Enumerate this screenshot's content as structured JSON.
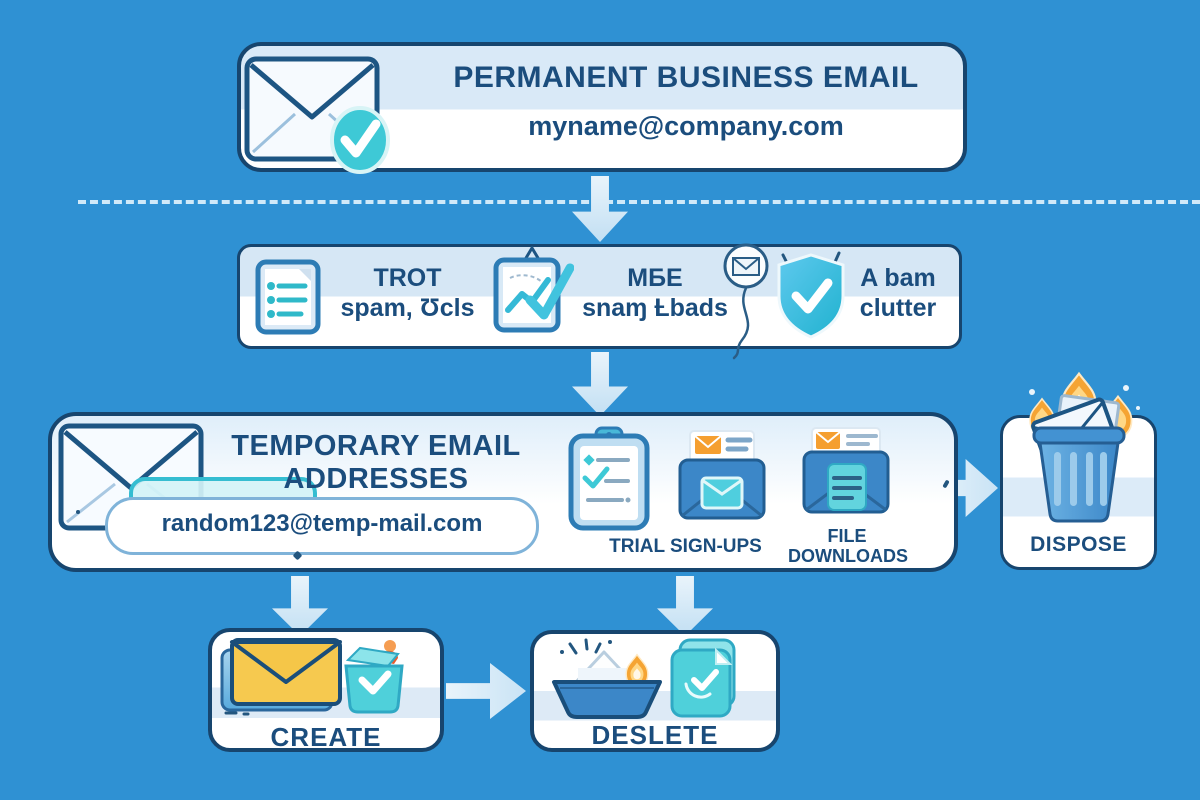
{
  "colors": {
    "background": "#2f91d3",
    "navy_text": "#1b4d7d",
    "border_navy": "#17456e",
    "teal": "#3ec9d6",
    "band_blue": "#d8e8f6",
    "arrow_blue": "#cde5f6",
    "flame_orange": "#f5a433",
    "envelope_yellow": "#f6c94f",
    "mid_blue": "#3c87c8"
  },
  "permanent_box": {
    "title": "PERMANENT BUSINESS EMAIL",
    "email": "myname@company.com"
  },
  "benefits_box": {
    "items": [
      {
        "icon": "clipboard-list-icon",
        "line1": "TROT",
        "line2": "spam, Ʊcls"
      },
      {
        "icon": "clipboard-chart-check-icon",
        "line1": "МБЕ",
        "line2": "snaɱ Ƚbads"
      },
      {
        "icon": "shield-check-icon",
        "line1": "A bam",
        "line2": "clutter"
      }
    ],
    "doodle_icon": "balloon-envelope-doodle-icon"
  },
  "temporary_box": {
    "title_line1": "TEMPORARY EMAIL",
    "title_line2": "ADDRESSES",
    "email": "random123@temp-mail.com",
    "trial_label": "TRIAL SIGN-UPS",
    "file_label_line1": "FILE",
    "file_label_line2": "DOWNLOADS",
    "icons": [
      "envelope-icon",
      "temp-mail-card-icon",
      "clipboard-checklist-icon",
      "signup-envelope-icon",
      "download-envelope-icon"
    ]
  },
  "dispose_box": {
    "label": "DISPOSE",
    "icon": "burning-trash-icon"
  },
  "create_box": {
    "label": "CREATE",
    "icon": "create-envelope-box-icon"
  },
  "delete_box": {
    "label": "DESLETE",
    "icon": "burning-bin-folder-icon"
  }
}
